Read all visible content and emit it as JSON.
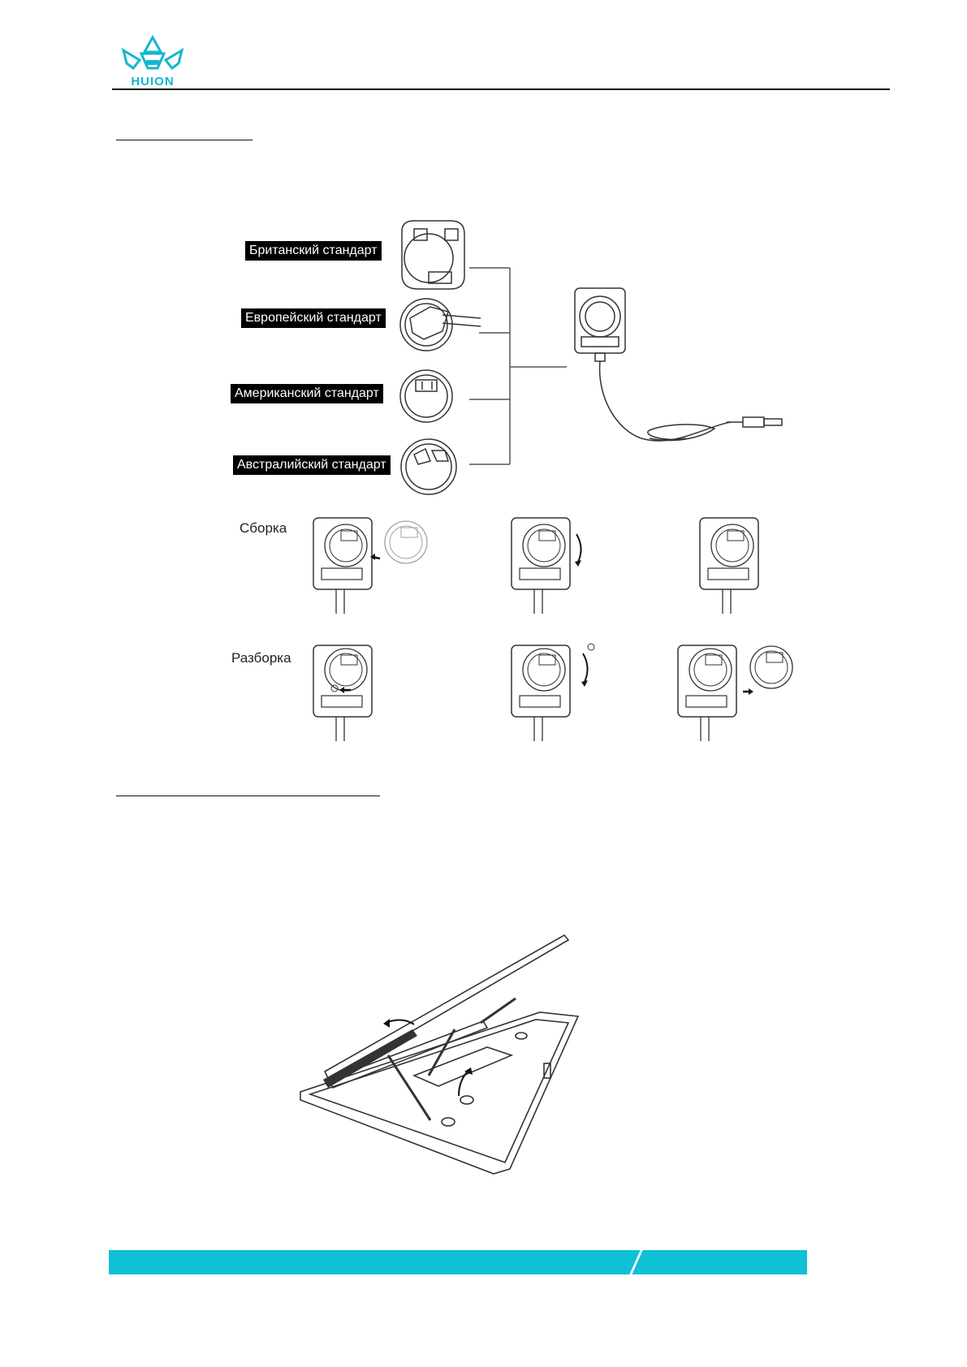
{
  "header": {
    "logo_text": "HUION"
  },
  "adapter_section": {
    "plug_labels": [
      "Британский стандарт",
      "Европейский стандарт",
      "Американский стандарт",
      "Австралийский стандарт"
    ],
    "assembly_label": "Сборка",
    "disassembly_label": "Разборка"
  },
  "colors": {
    "brand": "#0ec0d6",
    "logo": "#14b6cf"
  }
}
